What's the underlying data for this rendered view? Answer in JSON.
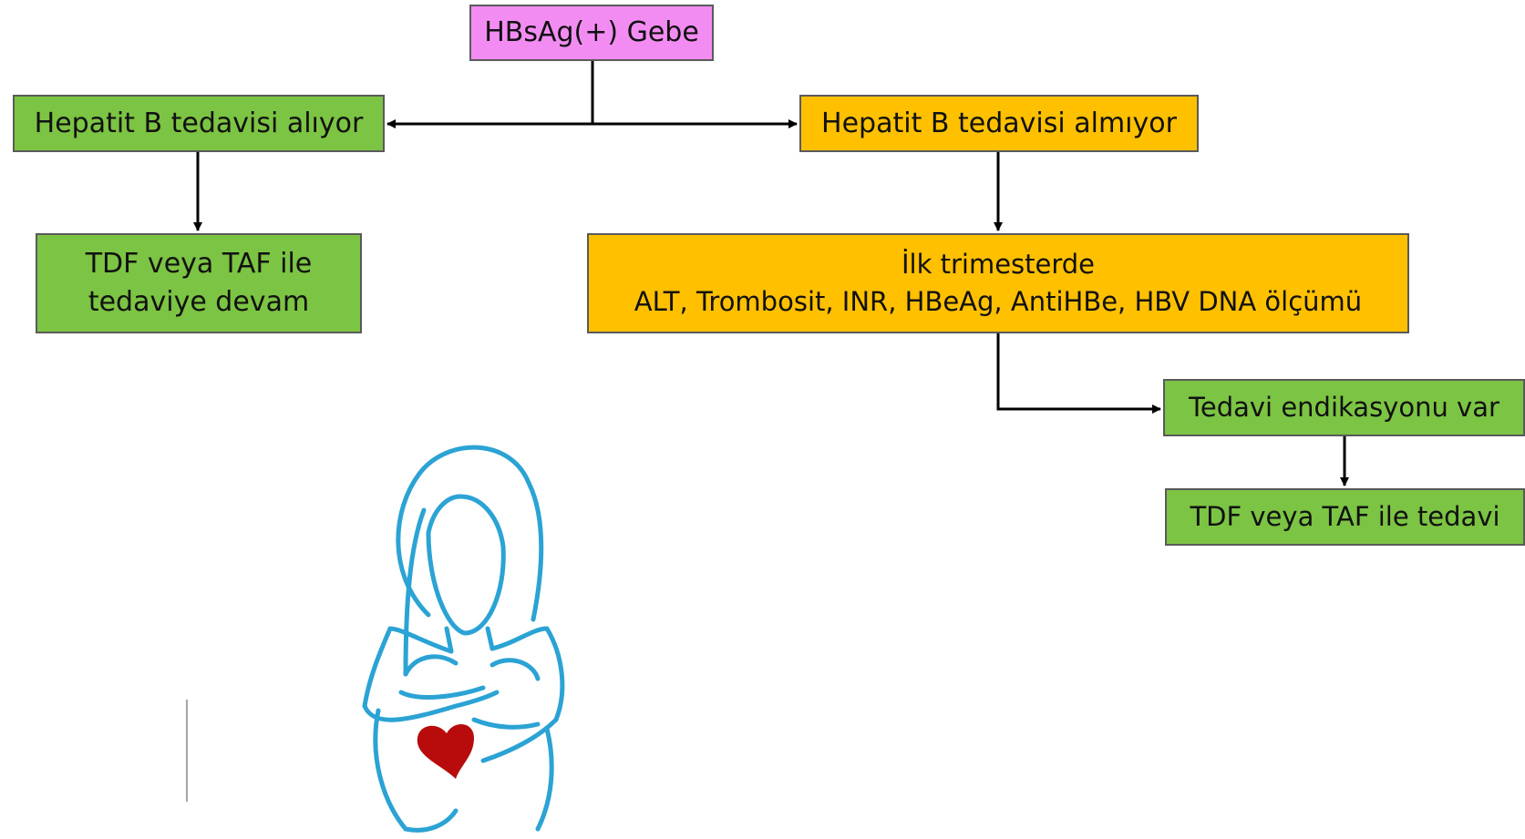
{
  "colors": {
    "root": "#f28cf2",
    "green": "#7cc443",
    "orange": "#ffc000",
    "border": "#5a5a5a",
    "arrow": "#000000",
    "figure_line": "#2ba3d4",
    "heart": "#b80c0c"
  },
  "nodes": {
    "root": {
      "lines": [
        "HBsAg(+) Gebe"
      ],
      "color": "root"
    },
    "takes_treatment": {
      "lines": [
        "Hepatit B tedavisi alıyor"
      ],
      "color": "green"
    },
    "not_taking_treatment": {
      "lines": [
        "Hepatit B tedavisi almıyor"
      ],
      "color": "orange"
    },
    "continue_treatment": {
      "lines": [
        "TDF veya TAF ile",
        "tedaviye devam"
      ],
      "color": "green"
    },
    "first_trimester": {
      "lines": [
        "İlk trimesterde",
        "ALT, Trombosit, INR, HBeAg, AntiHBe, HBV DNA ölçümü"
      ],
      "color": "orange"
    },
    "indication": {
      "lines": [
        "Tedavi endikasyonu var"
      ],
      "color": "green"
    },
    "treatment": {
      "lines": [
        "TDF veya TAF ile tedavi"
      ],
      "color": "green"
    }
  },
  "illustration": {
    "icon": "pregnant-woman-icon",
    "accent_icon": "heart-icon"
  }
}
